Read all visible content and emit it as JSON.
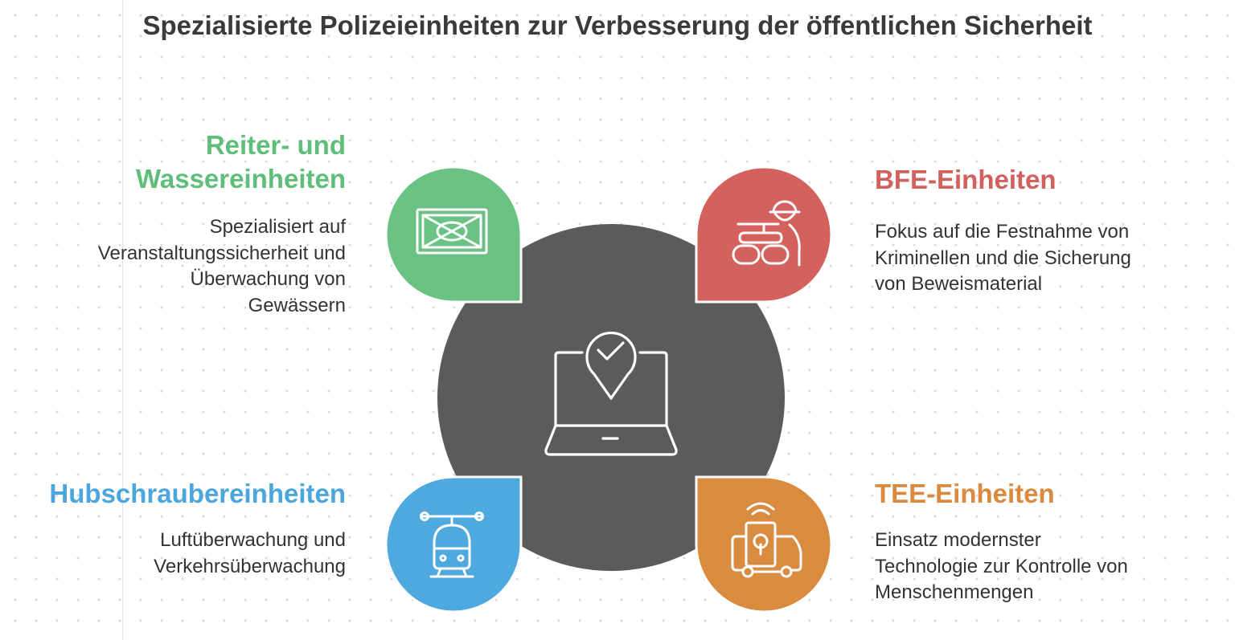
{
  "title": "Spezialisierte Polizeieinheiten zur Verbesserung der öffentlichen Sicherheit",
  "center": {
    "icon": "laptop-location-check-icon",
    "color": "#5b5b5b"
  },
  "units": {
    "green": {
      "heading": "Reiter- und Wassereinheiten",
      "description": "Spezialisiert auf Veranstaltungssicherheit und Überwachung von Gewässern",
      "icon": "crate-icon",
      "color": "#6ac283"
    },
    "red": {
      "heading": "BFE-Einheiten",
      "description": "Fokus auf die Festnahme von Kriminellen und die Sicherung von Beweismaterial",
      "icon": "soldier-sandbags-icon",
      "color": "#d3625e"
    },
    "blue": {
      "heading": "Hubschraubereinheiten",
      "description": "Luftüberwachung und Verkehrsüberwachung",
      "icon": "helicopter-icon",
      "color": "#4ea9de"
    },
    "orange": {
      "heading": "TEE-Einheiten",
      "description": "Einsatz modernster Technologie zur Kontrolle von Menschenmengen",
      "icon": "surveillance-truck-icon",
      "color": "#d98c40"
    }
  }
}
